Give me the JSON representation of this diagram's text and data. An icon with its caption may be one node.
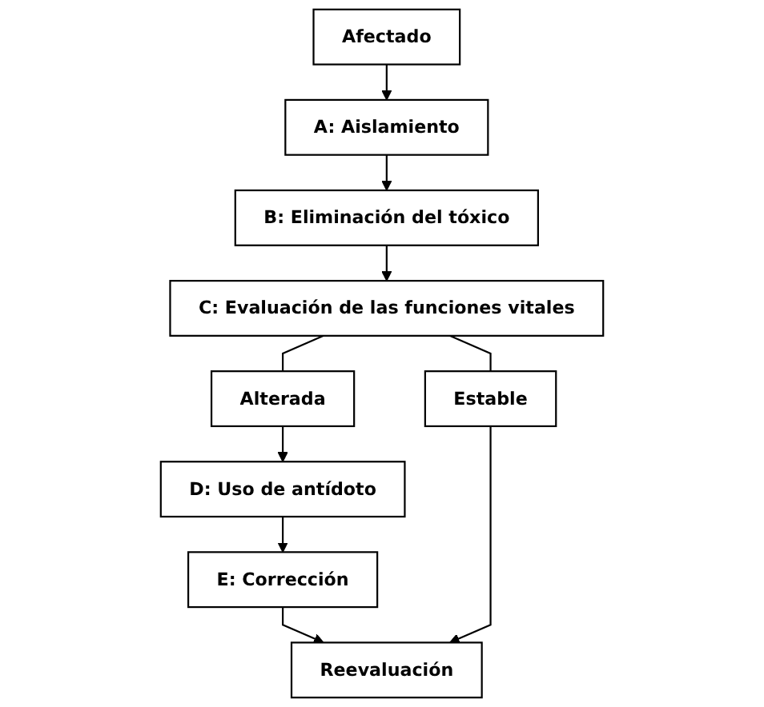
{
  "diagram": {
    "nodes": [
      {
        "text": [
          "Afectado"
        ]
      },
      {
        "text": [
          "A: Aislamiento"
        ]
      },
      {
        "text": [
          "B: Eliminación del tóxico"
        ]
      },
      {
        "text": [
          "C: Evaluación de las funciones vitales"
        ]
      },
      {
        "text": [
          "Alterada"
        ]
      },
      {
        "text": [
          "Estable"
        ]
      },
      {
        "text": [
          "D: Uso de antídoto"
        ]
      },
      {
        "text": [
          "E: Corrección"
        ]
      },
      {
        "text": [
          "Reevaluación"
        ]
      }
    ],
    "edges": [
      {
        "from": 0,
        "to": 1,
        "arrow": "to"
      },
      {
        "from": 1,
        "to": 2,
        "arrow": "to"
      },
      {
        "from": 2,
        "to": 3,
        "arrow": "to"
      },
      {
        "from": 3,
        "to": 4,
        "arrow": "none"
      },
      {
        "from": 3,
        "to": 5,
        "arrow": "none"
      },
      {
        "from": 4,
        "to": 6,
        "arrow": "to"
      },
      {
        "from": 5,
        "to": 8,
        "arrow": "to"
      },
      {
        "from": 6,
        "to": 7,
        "arrow": "to"
      },
      {
        "from": 7,
        "to": 8,
        "arrow": "to"
      }
    ]
  }
}
